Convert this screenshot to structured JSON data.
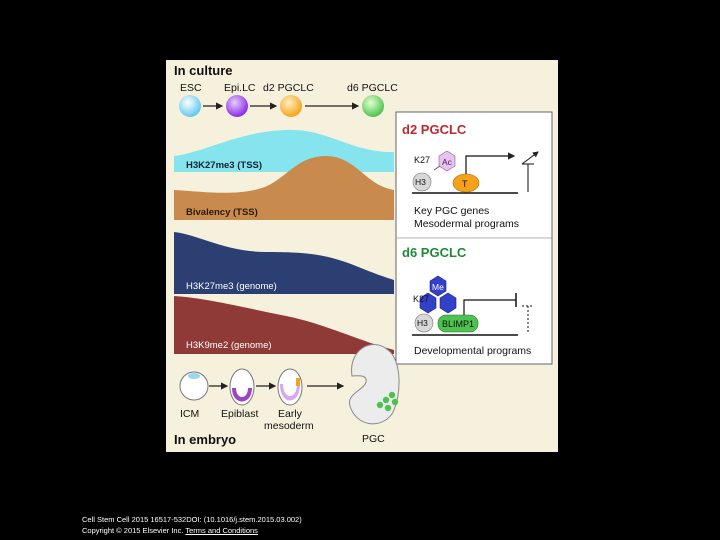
{
  "figure": {
    "culture": {
      "title": "In culture",
      "stages": [
        {
          "label": "ESC",
          "color": "#5fc8ec"
        },
        {
          "label": "Epi.LC",
          "color": "#8a2be2"
        },
        {
          "label": "d2 PGCLC",
          "color": "#f4a21c"
        },
        {
          "label": "d6 PGCLC",
          "color": "#4ec24e"
        }
      ]
    },
    "tracks": [
      {
        "label": "H3K27me3 (TSS)",
        "color": "#86e4ee"
      },
      {
        "label": "Bivalency (TSS)",
        "color": "#c98a4e"
      },
      {
        "label": "H3K27me3 (genome)",
        "color": "#2b3f73"
      },
      {
        "label": "H3K9me2 (genome)",
        "color": "#8f3a36"
      }
    ],
    "d2_panel": {
      "title": "d2 PGCLC",
      "title_color": "#c0272d",
      "k27": "K27",
      "ac": "Ac",
      "h3": "H3",
      "t": "T",
      "caption_1": "Key PGC genes",
      "caption_2": "Mesodermal programs"
    },
    "d6_panel": {
      "title": "d6 PGCLC",
      "title_color": "#1f8a3a",
      "me": "Me",
      "k27": "K27",
      "h3": "H3",
      "blimp": "BLIMP1",
      "caption": "Developmental programs"
    },
    "embryo": {
      "title": "In embryo",
      "stages": [
        "ICM",
        "Epiblast",
        "Early",
        "mesoderm",
        "PGC"
      ]
    }
  },
  "footer": {
    "line1": "Cell Stem Cell 2015 16517-532DOI: (10.1016/j.stem.2015.03.002)",
    "line2_prefix": "Copyright © 2015 Elsevier Inc.",
    "line2_link": "Terms and Conditions"
  }
}
